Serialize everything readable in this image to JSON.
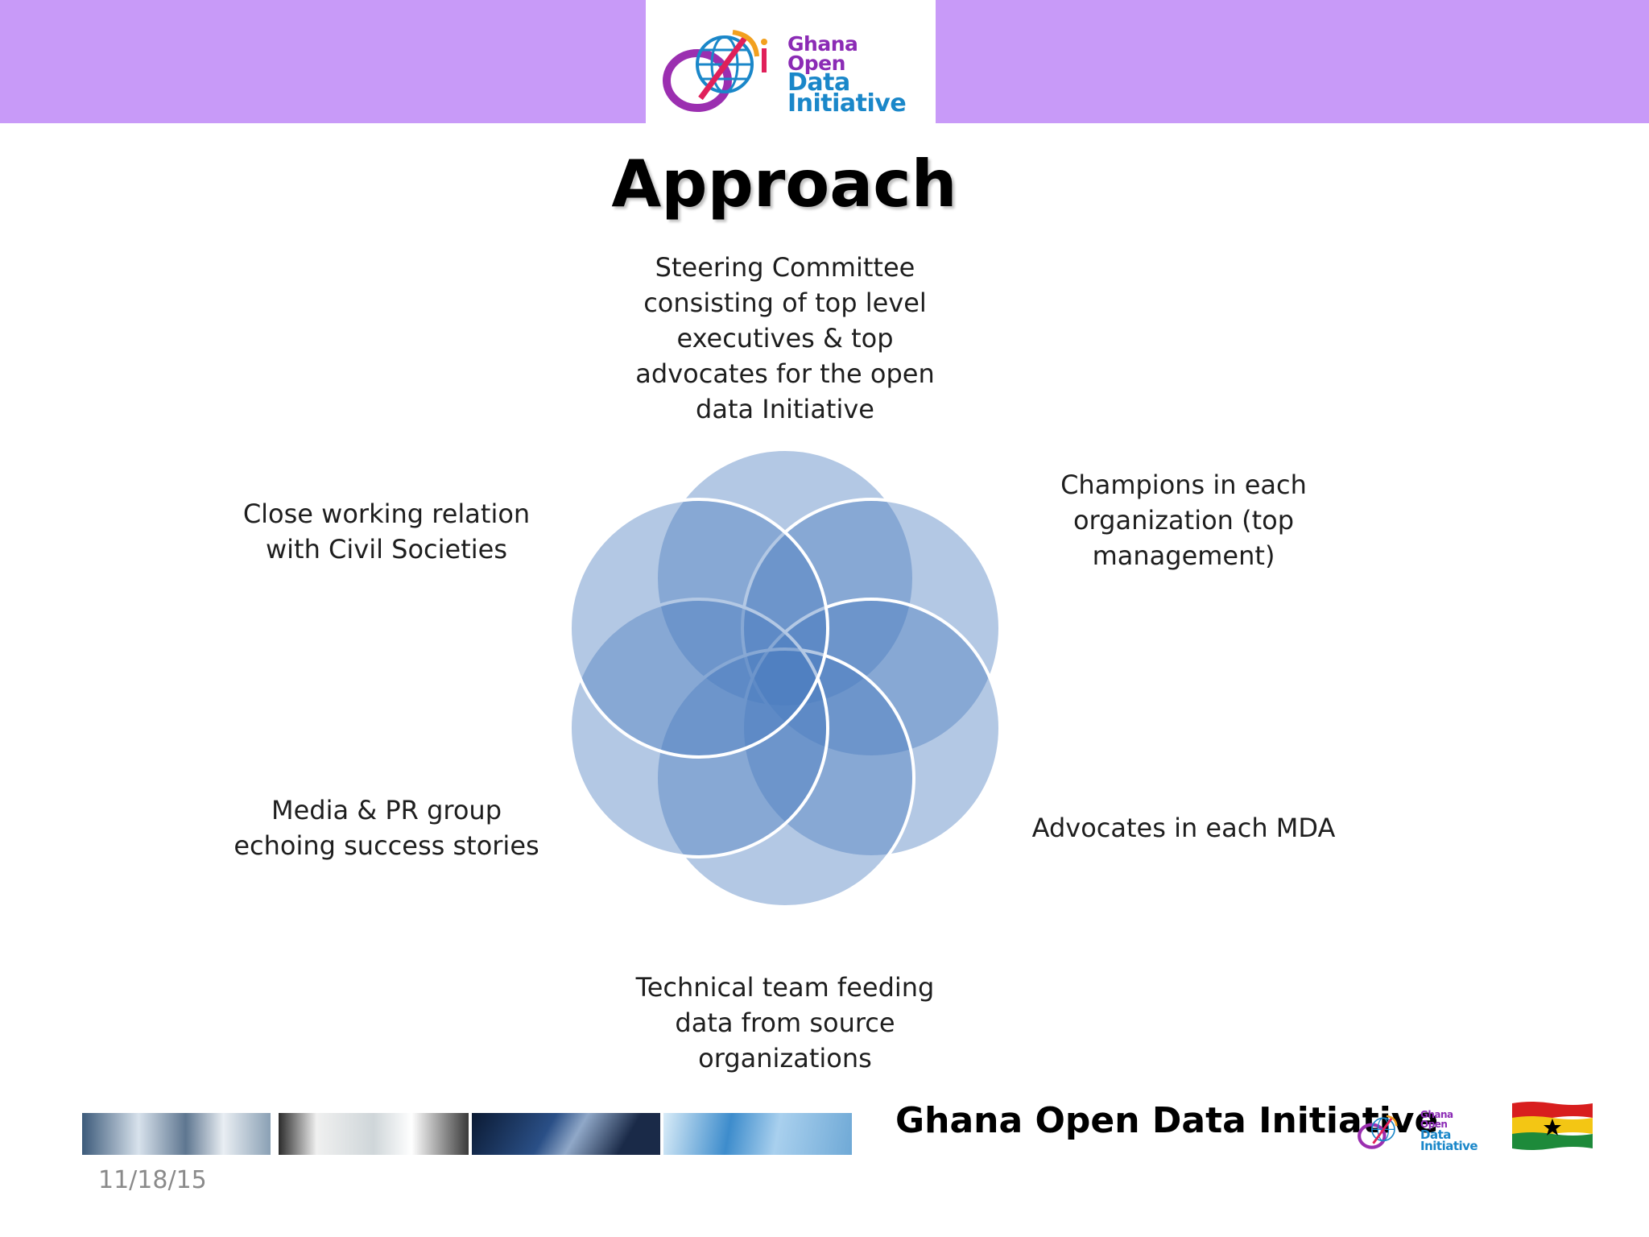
{
  "slide": {
    "title": "Approach",
    "date": "11/18/15"
  },
  "header_logo": {
    "line1": "Ghana",
    "line2": "Open",
    "line3": "Data",
    "line4": "Initiative"
  },
  "diagram": {
    "top": [
      "Steering Committee",
      "consisting of top level",
      "executives & top",
      "advocates for the open",
      "data Initiative"
    ],
    "upper_right": [
      "Champions in each",
      "organization (top",
      "management)"
    ],
    "lower_right": [
      "Advocates in each MDA"
    ],
    "bottom": [
      "Technical team feeding",
      "data from source",
      "organizations"
    ],
    "lower_left": [
      "Media & PR group",
      "echoing success stories"
    ],
    "upper_left": [
      "Close working relation",
      "with Civil Societies"
    ]
  },
  "footer": {
    "title": "Ghana Open Data Initiative",
    "logo": {
      "line1": "Ghana",
      "line2": "Open",
      "line3": "Data",
      "line4": "Initiative"
    }
  },
  "colors": {
    "header_band": "#c89af8",
    "circle_fill": "#4a7dbf",
    "logo_purple": "#8b2bb5",
    "logo_blue": "#1a87c9"
  }
}
